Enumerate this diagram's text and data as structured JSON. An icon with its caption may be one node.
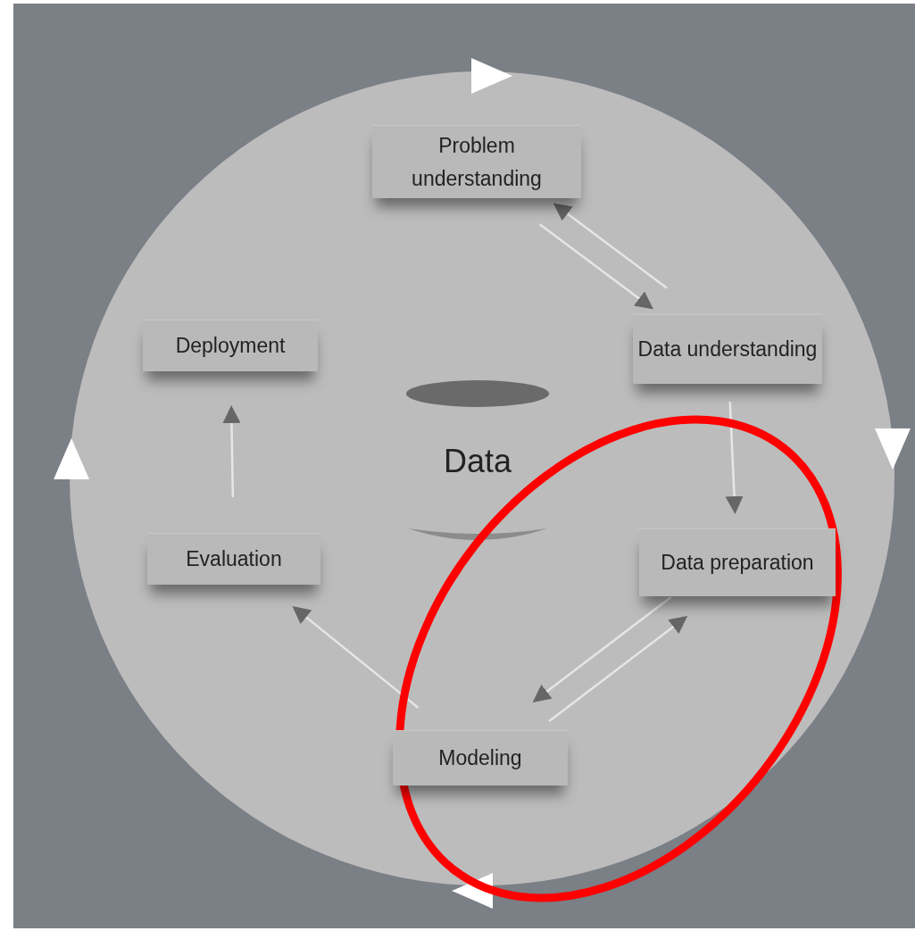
{
  "diagram": {
    "nodes": [
      {
        "text": [
          "Problem understanding"
        ]
      },
      {
        "text": [
          "Data understanding"
        ]
      },
      {
        "text": [
          "Data preparation"
        ]
      },
      {
        "text": [
          "Modeling"
        ]
      },
      {
        "text": [
          "Evaluation"
        ]
      },
      {
        "text": [
          "Deployment"
        ]
      },
      {
        "text": [
          "Data"
        ]
      }
    ],
    "edges": [
      {
        "from": 0,
        "to": 1,
        "arrow": "to"
      },
      {
        "from": 1,
        "to": 0,
        "arrow": "to"
      },
      {
        "from": 1,
        "to": 2,
        "arrow": "to"
      },
      {
        "from": 3,
        "to": 2,
        "arrow": "to"
      },
      {
        "from": 2,
        "to": 3,
        "arrow": "to"
      },
      {
        "from": 3,
        "to": 4,
        "arrow": "to"
      },
      {
        "from": 4,
        "to": 5,
        "arrow": "to"
      }
    ]
  }
}
